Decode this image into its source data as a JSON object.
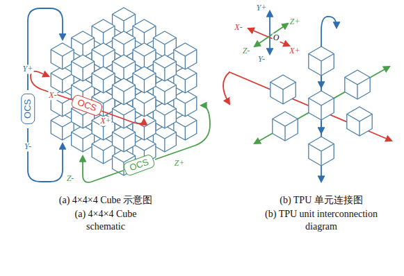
{
  "diagram": {
    "nodes": [
      {
        "text": [
          "OCS"
        ]
      },
      {
        "text": [
          "OCS"
        ]
      },
      {
        "text": [
          "OCS"
        ]
      }
    ],
    "labels": [
      "Y+",
      "Y-",
      "X-",
      "X+",
      "Z+",
      "Z-",
      "Y+",
      "Z+",
      "X-",
      "O",
      "X+",
      "Z-",
      "Y-",
      "(a) 4×4×4 Cube 示意图",
      "(b) TPU 单元连接图",
      "(a) 4×4×4 Cube schematic",
      "(b) TPU unit interconnection diagram"
    ]
  }
}
